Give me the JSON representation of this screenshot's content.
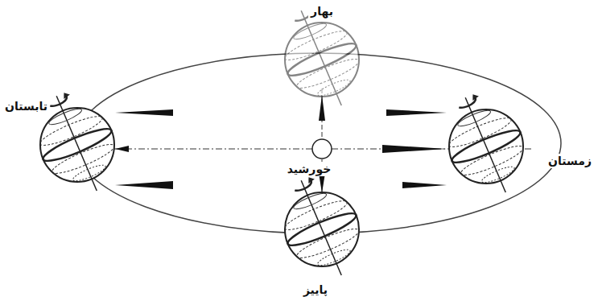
{
  "diagram": {
    "labels": [
      "بهار",
      "تابستان",
      "زمستان",
      "پاییز",
      "خورشید"
    ]
  }
}
